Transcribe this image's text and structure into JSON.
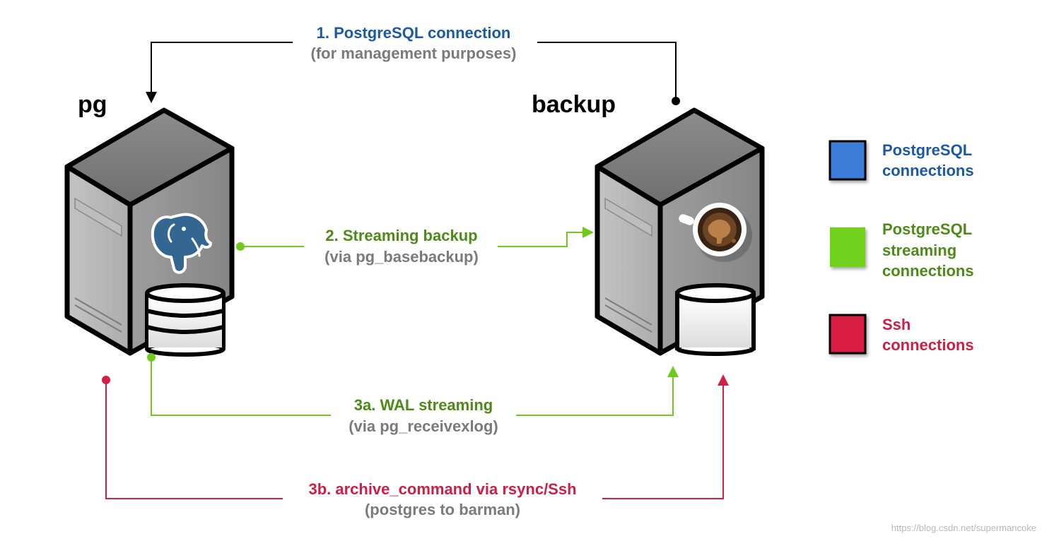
{
  "servers": {
    "pg": {
      "name": "pg",
      "icon": "postgresql-elephant-icon"
    },
    "backup": {
      "name": "backup",
      "icon": "barman-coffee-cup-icon"
    }
  },
  "connections": [
    {
      "id": "c1",
      "title": "1. PostgreSQL connection",
      "subtitle": "(for management purposes)",
      "kind": "postgresql"
    },
    {
      "id": "c2",
      "title": "2. Streaming backup",
      "subtitle": "(via pg_basebackup)",
      "kind": "streaming"
    },
    {
      "id": "c3a",
      "title": "3a. WAL streaming",
      "subtitle": "(via pg_receivexlog)",
      "kind": "streaming"
    },
    {
      "id": "c3b",
      "title": "3b. archive_command via rsync/Ssh",
      "subtitle": "(postgres to barman)",
      "kind": "ssh"
    }
  ],
  "legend": [
    {
      "line1": "PostgreSQL",
      "line2": "connections",
      "line3": "",
      "color": "#3b7dd8",
      "text_color": "#1b5aa3"
    },
    {
      "line1": "PostgreSQL",
      "line2": "streaming",
      "line3": "connections",
      "color": "#72d11a",
      "text_color": "#4e8a18"
    },
    {
      "line1": "Ssh",
      "line2": "connections",
      "line3": "",
      "color": "#d81f43",
      "text_color": "#cc1f45"
    }
  ],
  "colors": {
    "postgresql": "#000000",
    "streaming": "#72c91d",
    "ssh": "#d21f45"
  },
  "watermark": "https://blog.csdn.net/supermancoke"
}
